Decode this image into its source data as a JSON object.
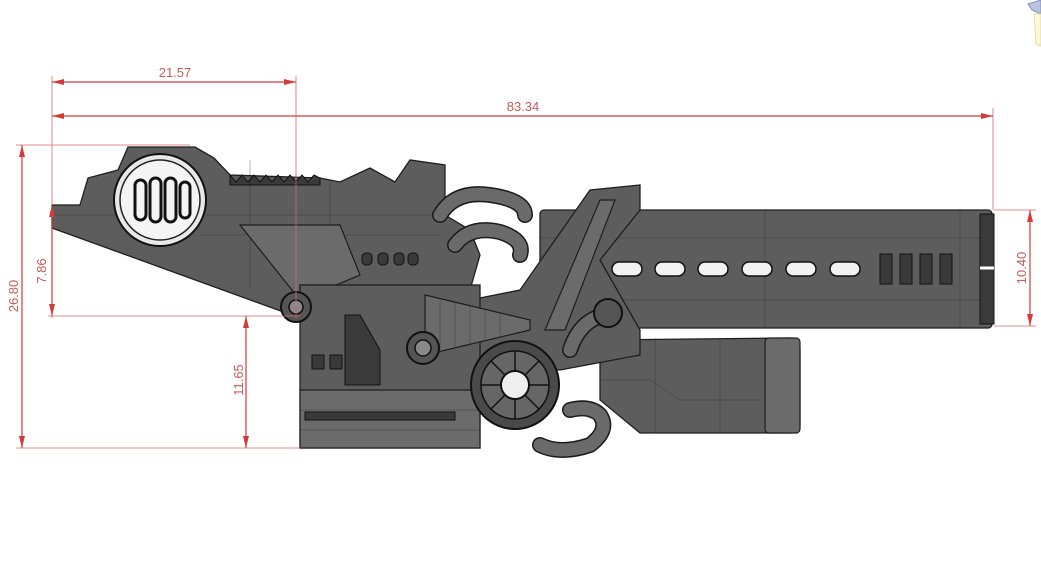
{
  "drawing": {
    "subject": "blaster-model-side-view",
    "dimension_color": "#d43a3a",
    "model_color": "#5d5d5d"
  },
  "dimensions": {
    "top_partial_length": "21.57",
    "overall_length": "83.34",
    "overall_height": "26.80",
    "rear_drop_height": "7.86",
    "grip_height": "11.65",
    "barrel_diameter": "10.40"
  }
}
